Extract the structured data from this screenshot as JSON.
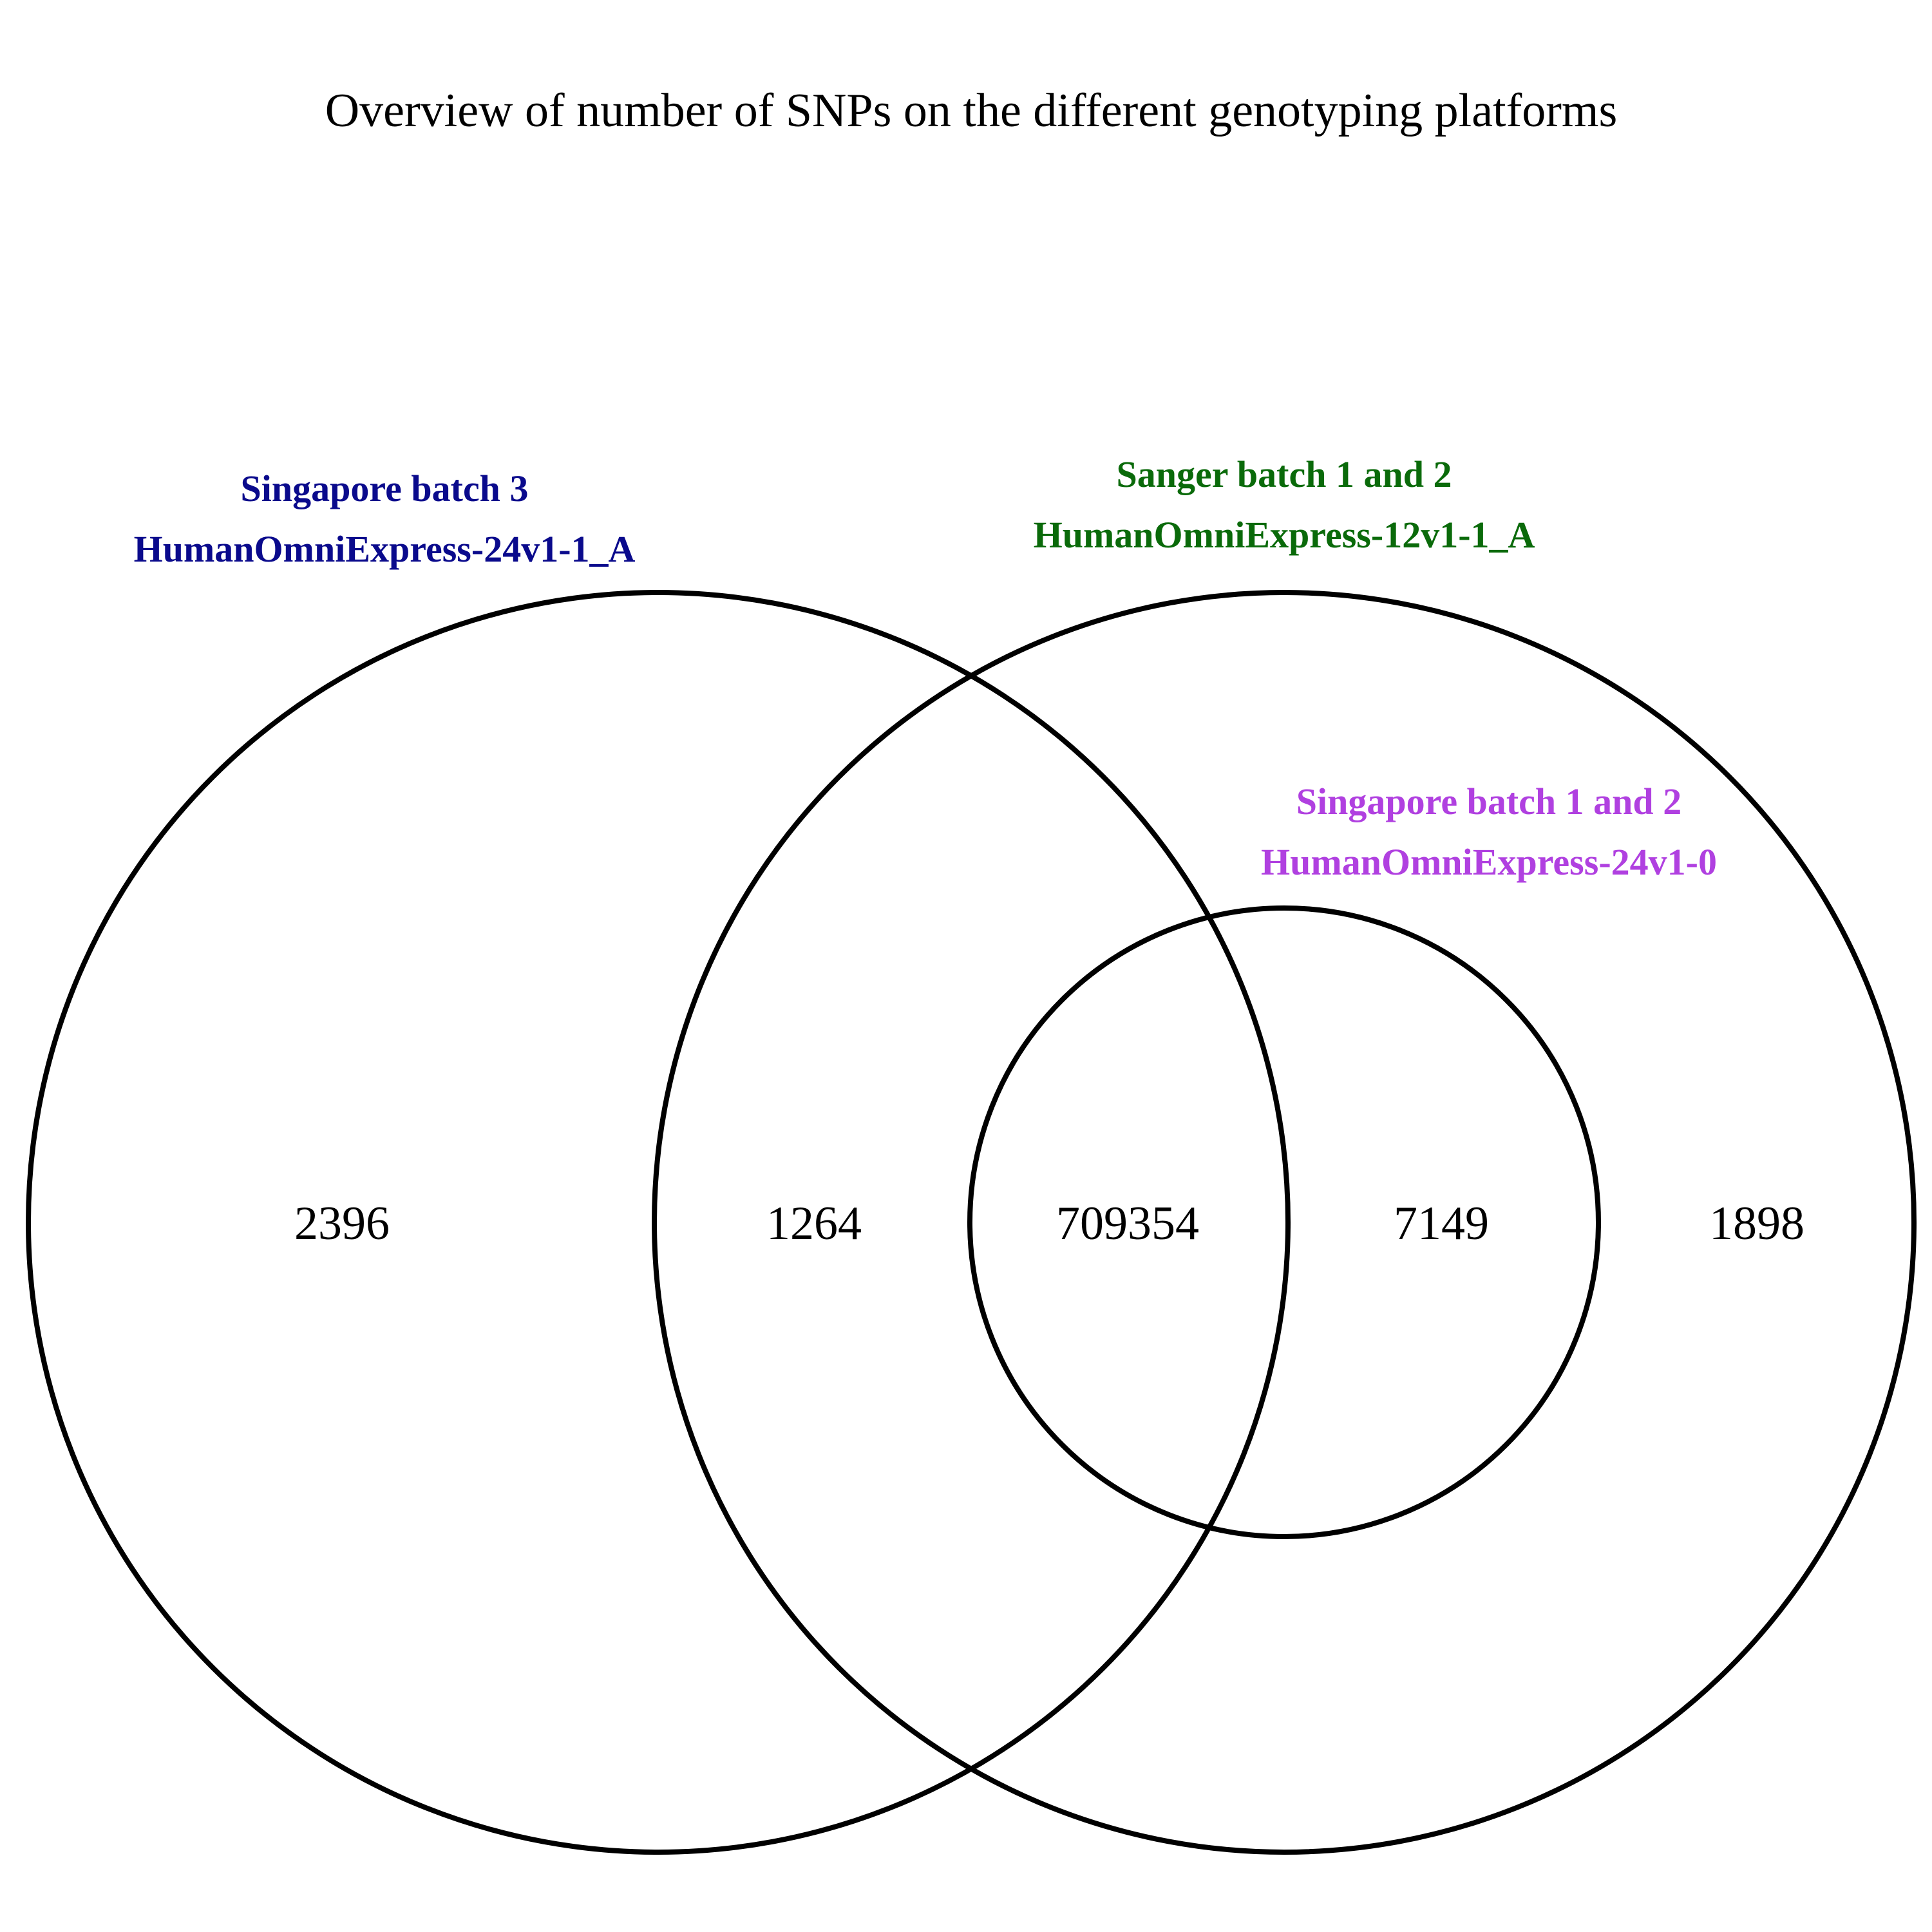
{
  "title": "Overview of number of SNPs on the different genotyping platforms",
  "sets": [
    {
      "id": "singapore-batch-3",
      "line1": "Singapore batch 3",
      "line2": "HumanOmniExpress-24v1-1_A",
      "color": "#0a0a8c"
    },
    {
      "id": "sanger-batch-1-2",
      "line1": "Sanger batch 1 and 2",
      "line2": "HumanOmniExpress-12v1-1_A",
      "color": "#0a6a0a"
    },
    {
      "id": "singapore-batch-1-2",
      "line1": "Singapore batch 1 and 2",
      "line2": "HumanOmniExpress-24v1-0",
      "color": "#b040e0"
    }
  ],
  "regions": [
    {
      "sets": [
        "Singapore batch 3"
      ],
      "count": "2396"
    },
    {
      "sets": [
        "Singapore batch 3",
        "Sanger batch 1 and 2"
      ],
      "count": "1264"
    },
    {
      "sets": [
        "Singapore batch 3",
        "Sanger batch 1 and 2",
        "Singapore batch 1 and 2"
      ],
      "count": "709354"
    },
    {
      "sets": [
        "Sanger batch 1 and 2",
        "Singapore batch 1 and 2"
      ],
      "count": "7149"
    },
    {
      "sets": [
        "Sanger batch 1 and 2"
      ],
      "count": "1898"
    }
  ]
}
